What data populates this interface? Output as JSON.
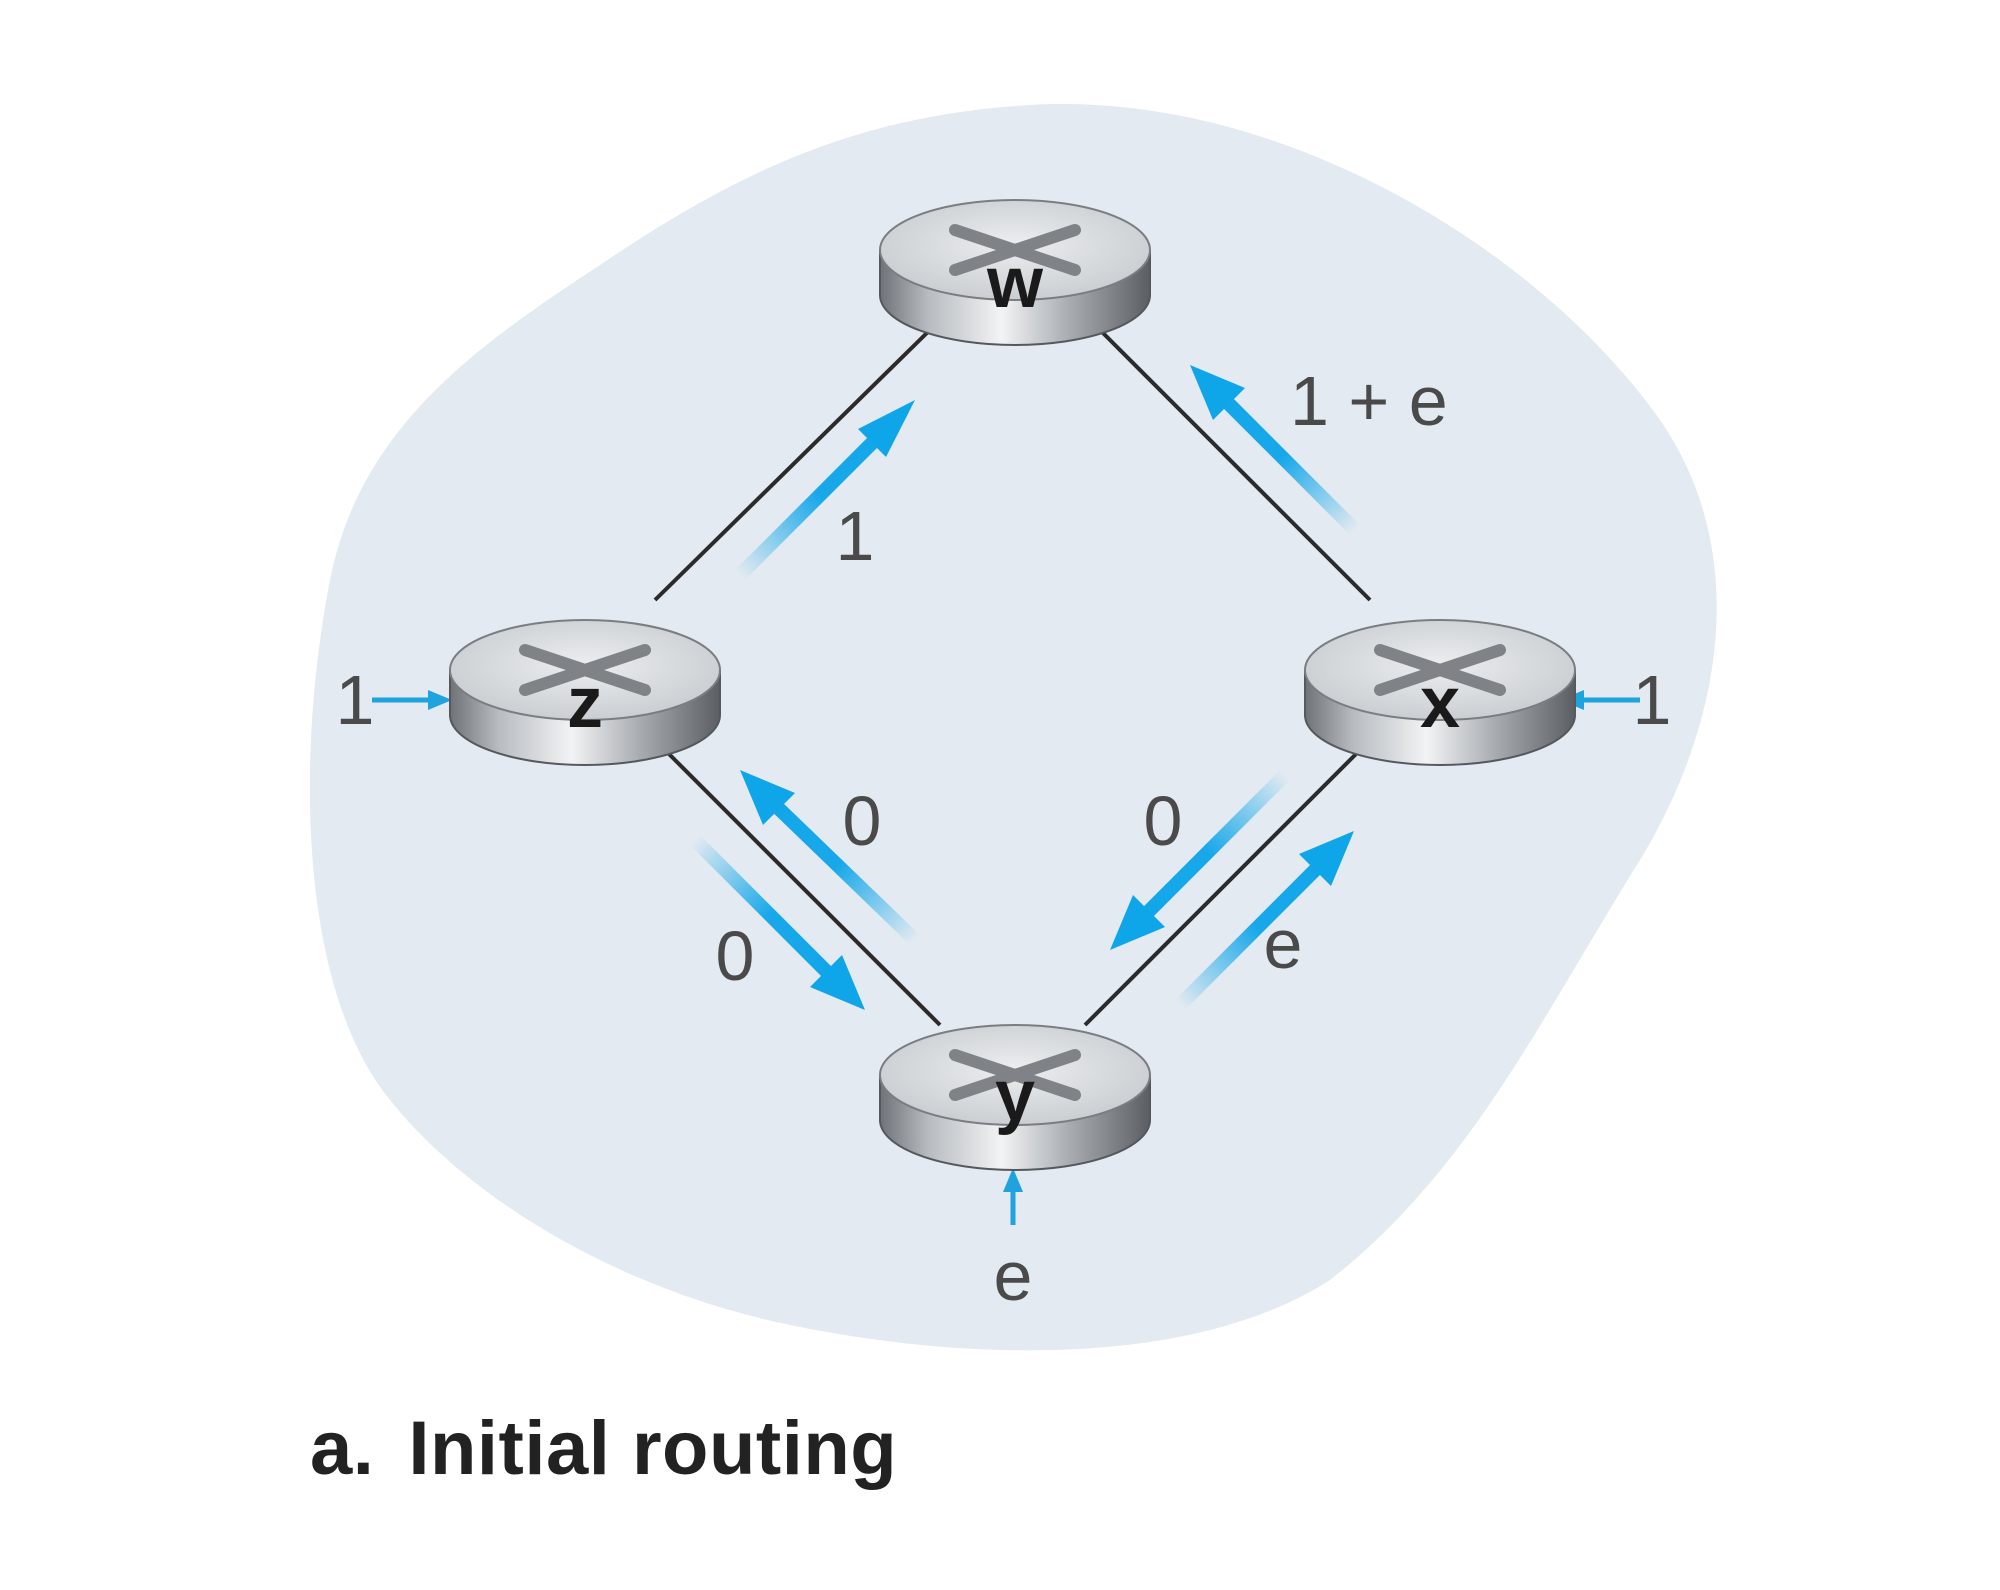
{
  "caption": {
    "letter": "a.",
    "text": "Initial routing"
  },
  "routers": {
    "w": "w",
    "x": "x",
    "y": "y",
    "z": "z"
  },
  "link_loads": {
    "z_to_w": "1",
    "x_to_w": "1 + e",
    "y_to_z": "0",
    "z_to_y": "0",
    "x_to_y": "0",
    "y_to_x": "e"
  },
  "inputs": {
    "into_z": "1",
    "into_x": "1",
    "into_y": "e"
  },
  "colors": {
    "region": "#e3eaf1",
    "arrow": "#0ea5e9",
    "link": "#2b2b2b",
    "input_arrow": "#1fa3de"
  },
  "icons": {
    "router": "router-icon"
  }
}
